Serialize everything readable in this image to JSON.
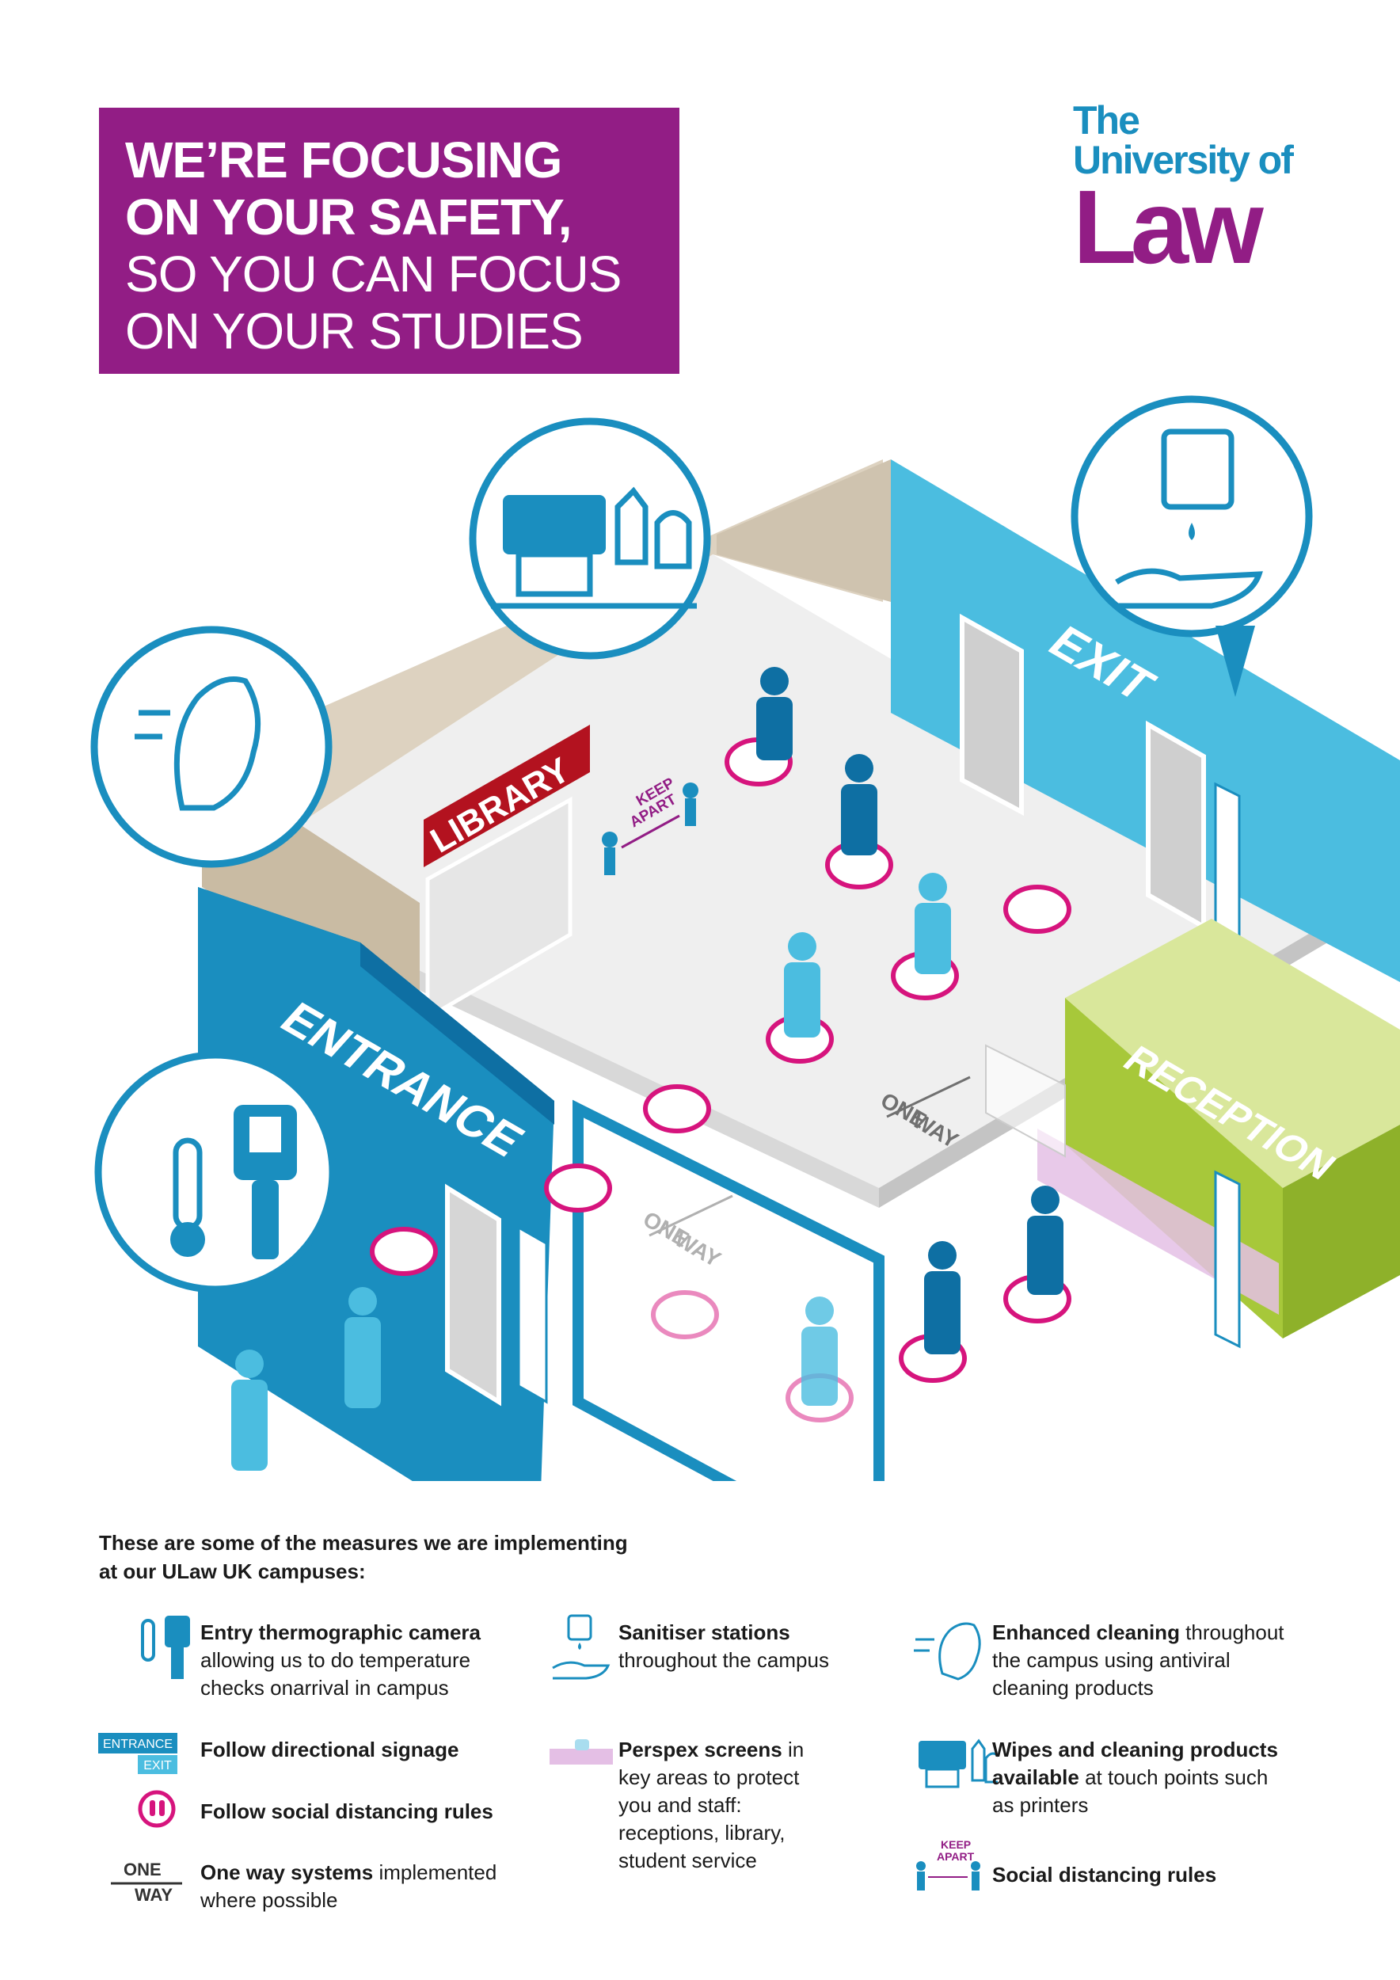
{
  "headline": {
    "lines": [
      "WE’RE FOCUSING",
      "ON YOUR SAFETY,",
      "SO YOU CAN FOCUS",
      "ON YOUR STUDIES"
    ]
  },
  "logo": {
    "line1": "The",
    "line2": "University of",
    "line3": "Law"
  },
  "scene": {
    "library": "LIBRARY",
    "keep_apart": [
      "KEEP",
      "APART"
    ],
    "exit": "EXIT",
    "entrance": "ENTRANCE",
    "reception": "RECEPTION",
    "one_way": [
      "ONE",
      "WAY"
    ]
  },
  "measures": {
    "intro": [
      "These are some of the measures we are implementing",
      "at our ULaw UK campuses:"
    ],
    "items": [
      {
        "bold": "Entry thermographic camera",
        "rest": [
          "allowing us to do temperature",
          "checks onarrival in campus"
        ]
      },
      {
        "bold": "Sanitiser stations",
        "rest": [
          "throughout the campus"
        ]
      },
      {
        "bold": "Enhanced cleaning",
        "rest_inline": " throughout",
        "rest": [
          "the campus using antiviral",
          "cleaning products"
        ]
      },
      {
        "bold": "Follow directional signage",
        "rest": []
      },
      {
        "bold": "Perspex screens",
        "rest_inline": " in",
        "rest": [
          "key areas to protect",
          "you and staff:",
          "receptions, library,",
          "student service"
        ]
      },
      {
        "bold": "Wipes and cleaning products",
        "bold2": "available",
        "rest_inline": " at touch points such",
        "rest": [
          "as printers"
        ]
      },
      {
        "bold": "Follow social distancing rules",
        "rest": []
      },
      {
        "bold": "One way systems",
        "rest_inline": " implemented",
        "rest": [
          "where possible"
        ]
      },
      {
        "bold": "Social distancing rules",
        "rest": []
      }
    ],
    "signage_badge": {
      "top": "ENTRANCE",
      "bottom": "EXIT"
    }
  },
  "colors": {
    "purple": "#921d85",
    "blue": "#1a8ebf",
    "light_blue": "#4bbde0",
    "dark_blue": "#0e6fa3",
    "pink": "#d6147d",
    "green": "#a7c83a",
    "floor": "#efefef",
    "beige": "#ddd2c0"
  }
}
